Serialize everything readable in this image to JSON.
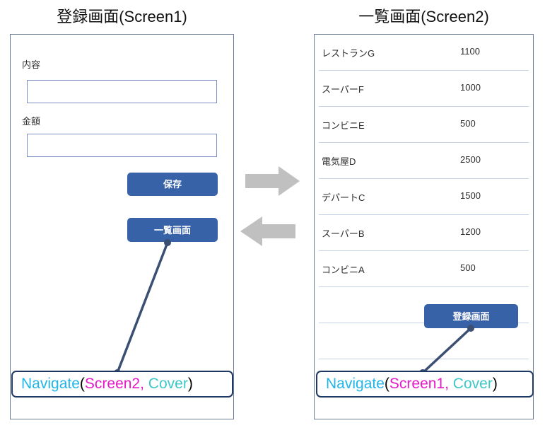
{
  "screen1": {
    "title": "登録画面(Screen1)",
    "form": {
      "label_content": "内容",
      "input_content_value": "",
      "input_content_placeholder": "",
      "label_amount": "金額",
      "input_amount_value": "",
      "input_amount_placeholder": ""
    },
    "buttons": {
      "save": "保存",
      "goto_list": "一覧画面"
    },
    "formula": {
      "fn": "Navigate",
      "open_paren": "(",
      "arg1": "Screen2",
      "comma": ",",
      "arg2": "Cover",
      "close_paren": ")"
    }
  },
  "screen2": {
    "title": "一覧画面(Screen2)",
    "list": [
      {
        "name": "レストランG",
        "value": "1100"
      },
      {
        "name": "スーパーF",
        "value": "1000"
      },
      {
        "name": "コンビニE",
        "value": "500"
      },
      {
        "name": "電気屋D",
        "value": "2500"
      },
      {
        "name": "デパートC",
        "value": "1500"
      },
      {
        "name": "スーパーB",
        "value": "1200"
      },
      {
        "name": "コンビニA",
        "value": "500"
      }
    ],
    "buttons": {
      "goto_register": "登録画面"
    },
    "formula": {
      "fn": "Navigate",
      "open_paren": "(",
      "arg1": "Screen1",
      "comma": ",",
      "arg2": "Cover",
      "close_paren": ")"
    }
  },
  "arrows": {
    "right_label": "arrow-right",
    "left_label": "arrow-left",
    "color": "#c0c0c0"
  },
  "colors": {
    "button_blue": "#3762a8",
    "frame_border": "#6b7c99",
    "input_border": "#7e90c4",
    "list_separator": "#c5d2e6",
    "formula_border": "#1f3864",
    "token_function": "#20b6e8",
    "token_arg_screen": "#e619c8",
    "token_arg_transition": "#3dc8c8",
    "connector": "#3a4f72"
  }
}
